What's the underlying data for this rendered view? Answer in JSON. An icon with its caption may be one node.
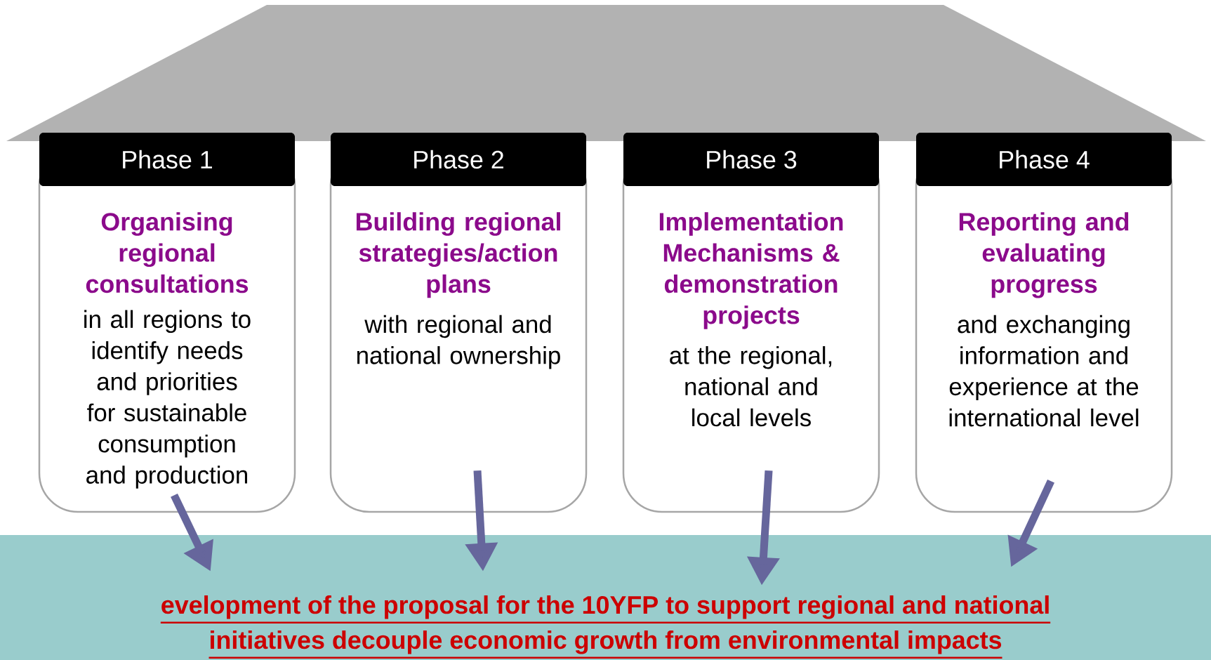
{
  "diagram": {
    "nodes": [
      {
        "text": [
          "Phase 1",
          "Organising regional consultations",
          "in all regions to identify needs and priorities for sustainable consumption and production"
        ]
      },
      {
        "text": [
          "Phase 2",
          "Building regional strategies/action plans",
          "with regional and national ownership"
        ]
      },
      {
        "text": [
          "Phase 3",
          "Implementation Mechanisms & demonstration projects",
          "at the regional, national and local levels"
        ]
      },
      {
        "text": [
          "Phase 4",
          "Reporting and evaluating progress",
          "and exchanging information and experience at the international level"
        ]
      },
      {
        "text": [
          "evelopment of the proposal for the 10YFP  to support regional and national initiatives decouple economic growth from environmental impacts"
        ]
      }
    ],
    "edges": [
      {
        "from": 0,
        "to": 4,
        "arrow": "to"
      },
      {
        "from": 1,
        "to": 4,
        "arrow": "to"
      },
      {
        "from": 2,
        "to": 4,
        "arrow": "to"
      },
      {
        "from": 3,
        "to": 4,
        "arrow": "to"
      }
    ]
  }
}
